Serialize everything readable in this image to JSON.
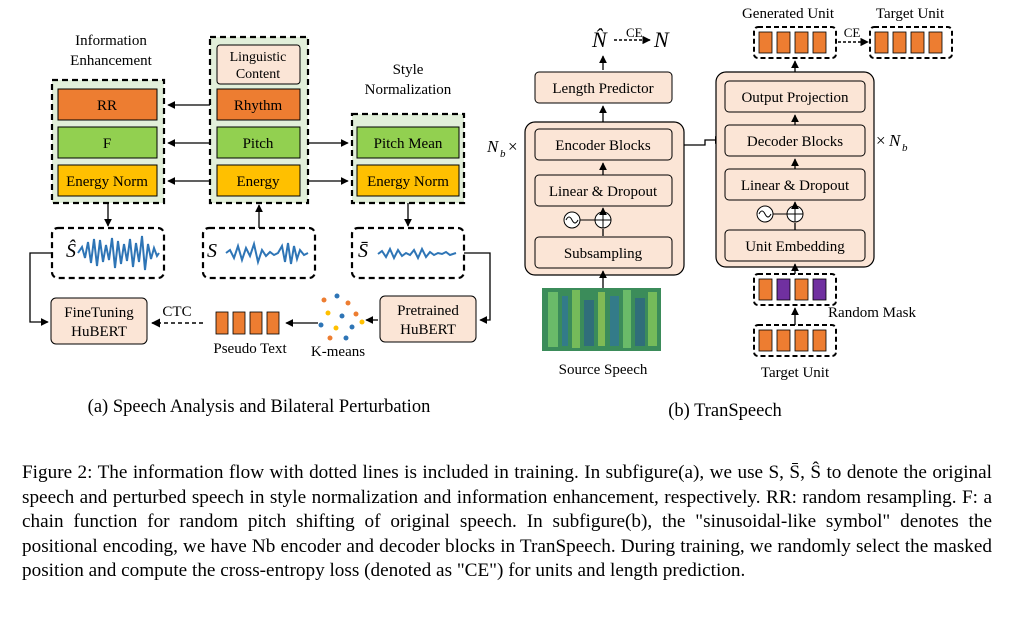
{
  "figure": {
    "a": {
      "info_enhancement_title": [
        "Information",
        "Enhancement"
      ],
      "linguistic_content": [
        "Linguistic",
        "Content"
      ],
      "style_normalization_title": [
        "Style",
        "Normalization"
      ],
      "blocks": {
        "rr": "RR",
        "f": "F",
        "energy_norm_left": "Energy Norm",
        "rhythm": "Rhythm",
        "pitch": "Pitch",
        "energy": "Energy",
        "pitch_mean": "Pitch Mean",
        "energy_norm_right": "Energy Norm"
      },
      "wave_labels": {
        "hat": "Ŝ",
        "orig": "S",
        "bar": "S̄"
      },
      "finetuning_hubert": [
        "FineTuning",
        "HuBERT"
      ],
      "pretrained_hubert": [
        "Pretrained",
        "HuBERT"
      ],
      "ctc": "CTC",
      "pseudo_text": "Pseudo Text",
      "kmeans": "K-means",
      "subcaption": "(a) Speech Analysis and Bilateral Perturbation"
    },
    "b": {
      "n_hat": "N̂",
      "ce_top": "CE",
      "n": "N",
      "length_predictor": "Length Predictor",
      "nb_left": "N",
      "nb_left_sub": "b",
      "times": "×",
      "encoder_blocks": "Encoder Blocks",
      "linear_dropout_enc": "Linear & Dropout",
      "subsampling": "Subsampling",
      "source_speech": "Source Speech",
      "generated_unit": "Generated Unit",
      "target_unit_top": "Target Unit",
      "ce_right": "CE",
      "output_projection": "Output Projection",
      "decoder_blocks": "Decoder Blocks",
      "linear_dropout_dec": "Linear & Dropout",
      "unit_embedding": "Unit Embedding",
      "random_mask": "Random Mask",
      "target_unit_bottom": "Target Unit",
      "nb_right": "N",
      "nb_right_sub": "b",
      "subcaption": "(b) TranSpeech"
    }
  },
  "caption": {
    "text": "Figure 2: The information flow with dotted lines is included in training. In subfigure(a), we use S, S̄, Ŝ to denote the original speech and perturbed speech in style normalization and information enhancement, respectively. RR: random resampling. F: a chain function for random pitch shifting of original speech. In subfigure(b), the \"sinusoidal-like symbol\" denotes the positional encoding, we have Nb encoder and decoder blocks in TranSpeech. During training, we randomly select the masked position and compute the cross-entropy loss (denoted as \"CE\") for units and length prediction."
  },
  "colors": {
    "rr": "#ED7D31",
    "f": "#92D050",
    "energy": "#FFC000",
    "rhythm": "#ED7D31",
    "pitch": "#92D050",
    "panel_green": "#E2EFDA",
    "peach": "#FBE5D6",
    "waveform": "#2E75B6",
    "unit_orange": "#ED7D31",
    "unit_purple": "#7030A0"
  }
}
